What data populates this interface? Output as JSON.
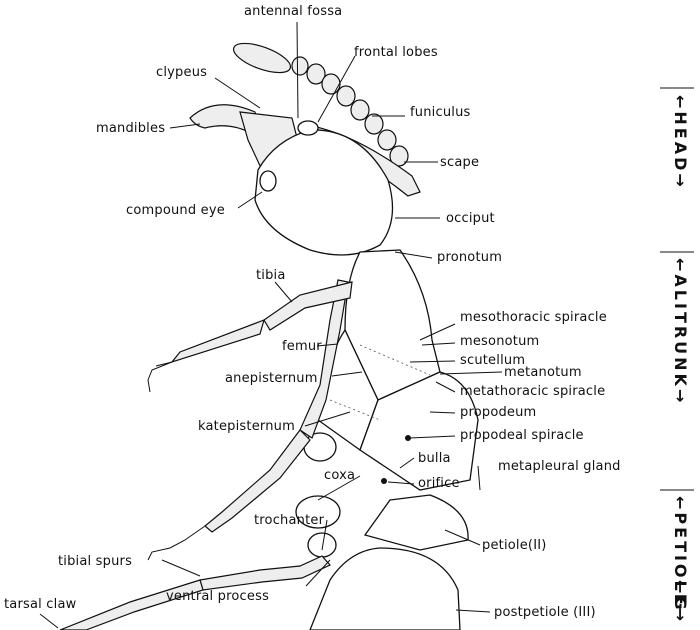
{
  "labels": {
    "antennal_fossa": "antennal fossa",
    "frontal_lobes": "frontal lobes",
    "clypeus": "clypeus",
    "funiculus": "funiculus",
    "mandibles": "mandibles",
    "scape": "scape",
    "compound_eye": "compound eye",
    "occiput": "occiput",
    "pronotum": "pronotum",
    "tibia": "tibia",
    "mesothoracic_spiracle": "mesothoracic spiracle",
    "mesonotum": "mesonotum",
    "femur": "femur",
    "scutellum": "scutellum",
    "metanotum": "metanotum",
    "anepisternum": "anepisternum",
    "metathoracic_spiracle": "metathoracic spiracle",
    "propodeum": "propodeum",
    "katepisternum": "katepisternum",
    "propodeal_spiracle": "propodeal spiracle",
    "bulla": "bulla",
    "metapleural_gland": "metapleural gland",
    "coxa": "coxa",
    "orifice": "orifice",
    "trochanter": "trochanter",
    "petiole_ii": "petiole(II)",
    "tibial_spurs": "tibial spurs",
    "ventral_process": "ventral process",
    "tarsal_claw": "tarsal claw",
    "postpetiole_iii": "postpetiole (III)"
  },
  "regions": {
    "head": "←HEAD→",
    "alitrunk": "←ALITRUNK→",
    "petiole": "←PETIOLE→",
    "gaster_partial": "←G"
  }
}
